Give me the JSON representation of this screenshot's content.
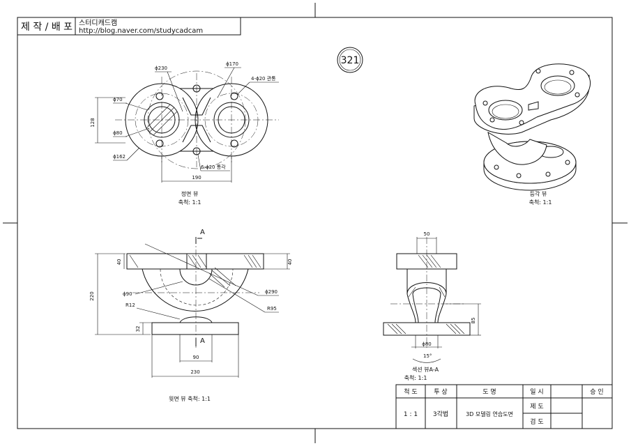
{
  "header": {
    "label": "제 작 / 배 포",
    "brand": "스터디캐드캠",
    "url": "http://blog.naver.com/studycadcam"
  },
  "drawing_number": "321",
  "top_view": {
    "caption": "정면 뷰",
    "scale": "축척: 1:1",
    "dims": {
      "d230": "ϕ230",
      "d170": "ϕ170",
      "holes4": "4-ϕ20 관통",
      "d70": "ϕ70",
      "h128": "128",
      "d80": "ϕ80",
      "d162": "ϕ162",
      "holes6": "6-ϕ20 통각",
      "w190": "190"
    }
  },
  "iso_view": {
    "caption": "등각 뷰",
    "scale": "축척: 1:1"
  },
  "front_view": {
    "caption": "윗면 뷰 축척: 1:1",
    "section_mark": "A",
    "dims": {
      "t40a": "40",
      "t40b": "40",
      "h220": "220",
      "d90": "ϕ90",
      "d290": "ϕ290",
      "r12": "R12",
      "r95": "R95",
      "t32": "32",
      "w90": "90",
      "w230": "230"
    }
  },
  "section_view": {
    "caption": "섹션 뷰A-A",
    "scale": "축척: 1:1",
    "dims": {
      "w50": "50",
      "h85": "85",
      "d80": "ϕ80",
      "a15": "15°"
    }
  },
  "title_block": {
    "headers": [
      "척 도",
      "투 상",
      "도 명",
      "일 시",
      "승 인"
    ],
    "scale": "1 : 1",
    "projection": "3각법",
    "name": "3D 모델링 연습도면",
    "drawn": "제 도",
    "checked": "검 도"
  }
}
